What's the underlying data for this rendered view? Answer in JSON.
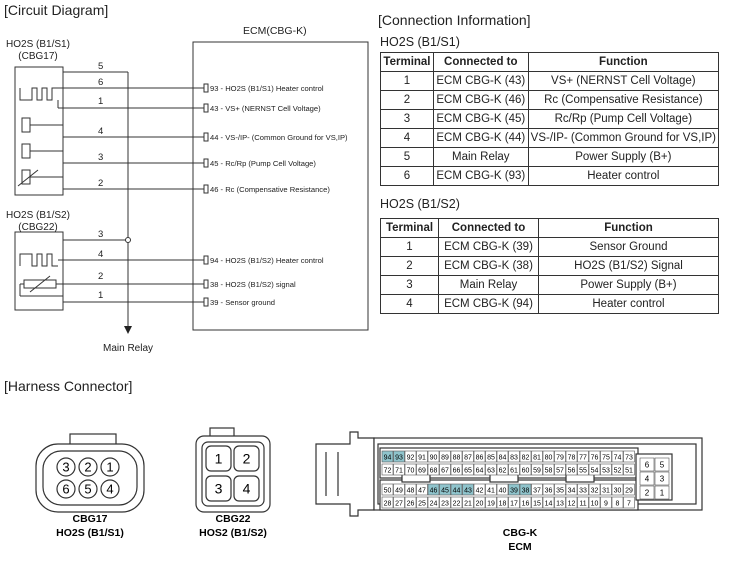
{
  "circuit": {
    "title": "[Circuit Diagram]",
    "ecm_title": "ECM(CBG-K)",
    "sensor1": {
      "name": "HO2S (B1/S1)",
      "connector": "(CBG17)",
      "pins": [
        "5",
        "6",
        "1",
        "4",
        "3",
        "2"
      ]
    },
    "sensor2": {
      "name": "HO2S (B1/S2)",
      "connector": "(CBG22)",
      "pins": [
        "3",
        "4",
        "2",
        "1"
      ]
    },
    "ecm_pins_s1": [
      "93 - HO2S (B1/S1) Heater control",
      "43 - VS+ (NERNST Cell Voltage)",
      "44 - VS-/IP- (Common Ground for VS,IP)",
      "45 - Rc/Rp (Pump Cell Voltage)",
      "46 - Rc (Compensative Resistance)"
    ],
    "ecm_pins_s2": [
      "94 - HO2S (B1/S2) Heater control",
      "38 - HO2S (B1/S2) signal",
      "39 - Sensor ground"
    ],
    "main_relay": "Main Relay"
  },
  "connection": {
    "title": "[Connection Information]",
    "headers": [
      "Terminal",
      "Connected to",
      "Function"
    ],
    "table1": {
      "title": "HO2S (B1/S1)",
      "rows": [
        [
          "1",
          "ECM CBG-K (43)",
          "VS+ (NERNST Cell Voltage)"
        ],
        [
          "2",
          "ECM CBG-K (46)",
          "Rc (Compensative Resistance)"
        ],
        [
          "3",
          "ECM CBG-K (45)",
          "Rc/Rp (Pump Cell Voltage)"
        ],
        [
          "4",
          "ECM CBG-K (44)",
          "VS-/IP- (Common Ground for VS,IP)"
        ],
        [
          "5",
          "Main Relay",
          "Power Supply (B+)"
        ],
        [
          "6",
          "ECM CBG-K (93)",
          "Heater control"
        ]
      ]
    },
    "table2": {
      "title": "HO2S (B1/S2)",
      "rows": [
        [
          "1",
          "ECM CBG-K (39)",
          "Sensor Ground"
        ],
        [
          "2",
          "ECM CBG-K (38)",
          "HO2S (B1/S2) Signal"
        ],
        [
          "3",
          "Main Relay",
          "Power Supply (B+)"
        ],
        [
          "4",
          "ECM CBG-K (94)",
          "Heater control"
        ]
      ]
    }
  },
  "harness": {
    "title": "[Harness Connector]",
    "cbg17": {
      "name": "CBG17",
      "desc": "HO2S (B1/S1)",
      "top": [
        "3",
        "2",
        "1"
      ],
      "bottom": [
        "6",
        "5",
        "4"
      ]
    },
    "cbg22": {
      "name": "CBG22",
      "desc": "HOS2 (B1/S2)",
      "top": [
        "1",
        "2"
      ],
      "bottom": [
        "3",
        "4"
      ]
    },
    "cbgk": {
      "name": "CBG-K",
      "desc": "ECM",
      "rows": [
        [
          "94",
          "93",
          "92",
          "91",
          "90",
          "89",
          "88",
          "87",
          "86",
          "85",
          "84",
          "83",
          "82",
          "81",
          "80",
          "79",
          "78",
          "77",
          "76",
          "75",
          "74",
          "73"
        ],
        [
          "72",
          "71",
          "70",
          "69",
          "68",
          "67",
          "66",
          "65",
          "64",
          "63",
          "62",
          "61",
          "60",
          "59",
          "58",
          "57",
          "56",
          "55",
          "54",
          "53",
          "52",
          "51"
        ],
        [
          "50",
          "49",
          "48",
          "47",
          "46",
          "45",
          "44",
          "43",
          "42",
          "41",
          "40",
          "39",
          "38",
          "37",
          "36",
          "35",
          "34",
          "33",
          "32",
          "31",
          "30",
          "29"
        ],
        [
          "28",
          "27",
          "26",
          "25",
          "24",
          "23",
          "22",
          "21",
          "20",
          "19",
          "18",
          "17",
          "16",
          "15",
          "14",
          "13",
          "12",
          "11",
          "10",
          "9",
          "8",
          "7"
        ]
      ],
      "side": [
        [
          "6",
          "5"
        ],
        [
          "4",
          "3"
        ],
        [
          "2",
          "1"
        ]
      ],
      "highlight": [
        "94",
        "93",
        "46",
        "45",
        "44",
        "43",
        "39",
        "38"
      ],
      "highlight_color": "#8fc4cc"
    }
  }
}
